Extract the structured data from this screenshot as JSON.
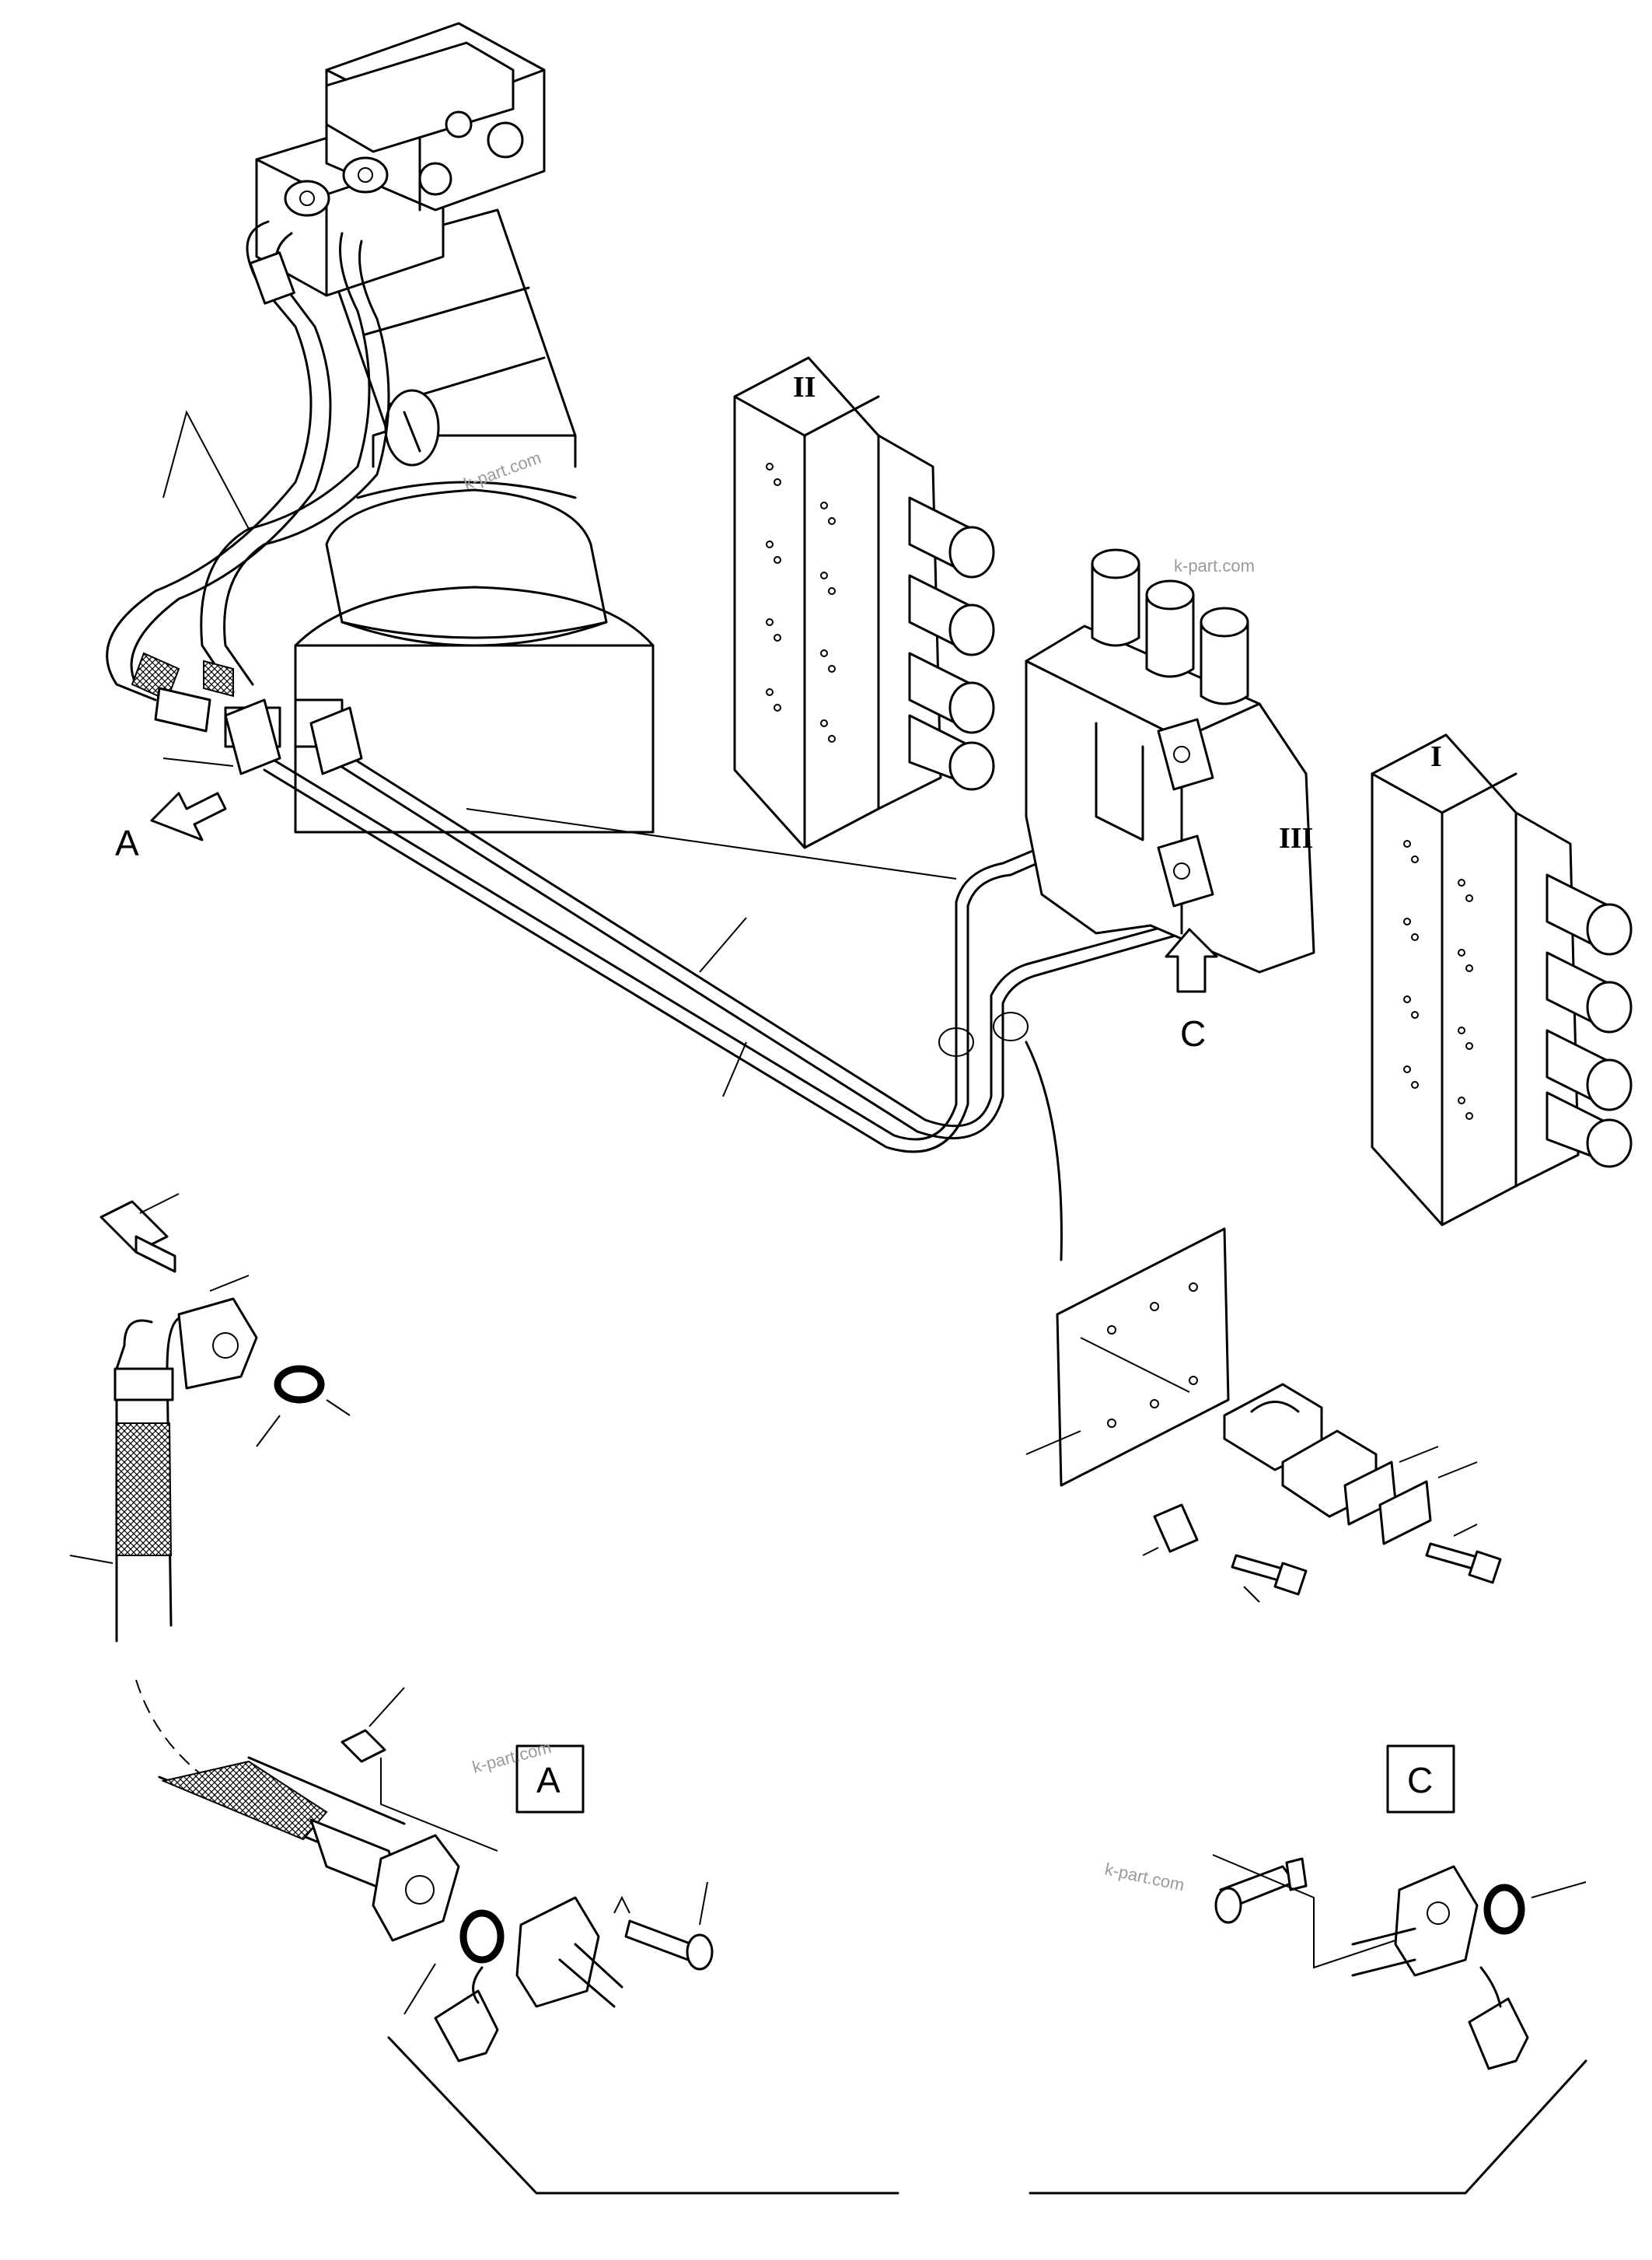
{
  "labels": {
    "view_a": "A",
    "view_c": "C",
    "arrow_a": "A",
    "arrow_c": "C",
    "valve_1": "I",
    "valve_2": "II",
    "valve_3": "III"
  },
  "watermarks": [
    "k-part.com",
    "k-part.com",
    "k-part.com",
    "k-part.com"
  ]
}
